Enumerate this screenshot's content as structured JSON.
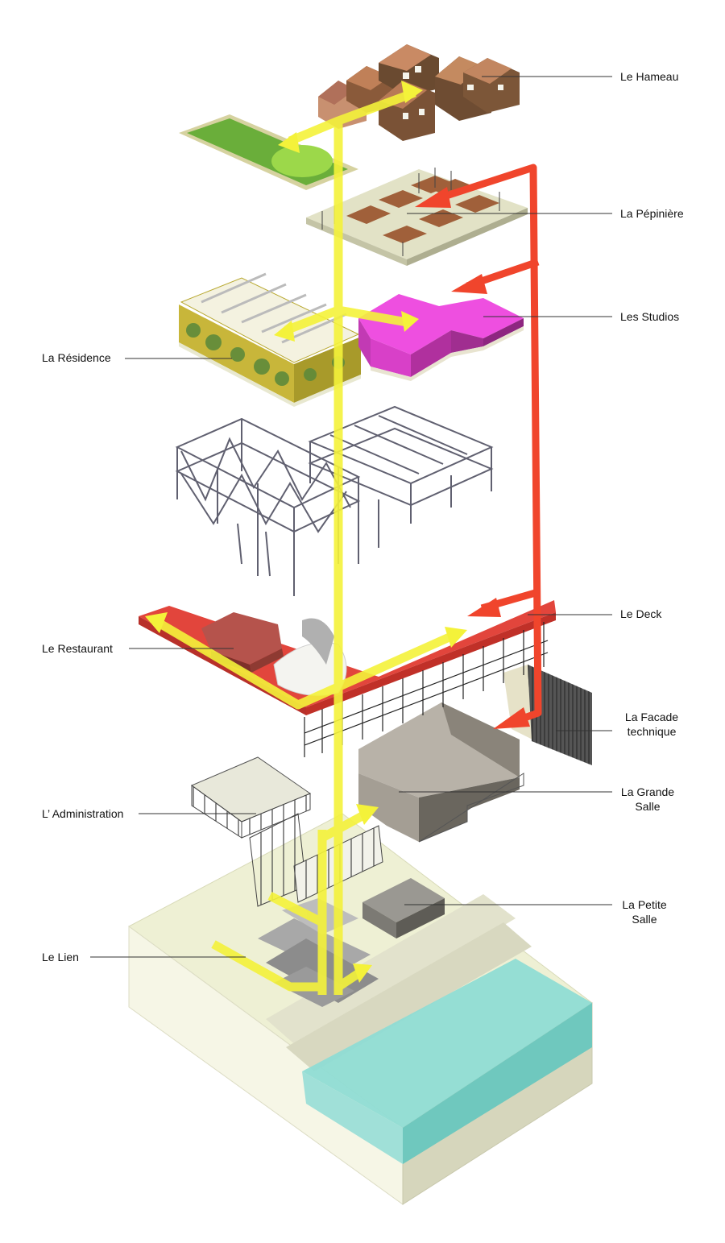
{
  "labels": {
    "hameau": "Le Hameau",
    "pepiniere": "La Pépinière",
    "studios": "Les Studios",
    "residence": "La Résidence",
    "deck": "Le Deck",
    "restaurant": "Le Restaurant",
    "facade_line1": "La  Facade",
    "facade_line2": "technique",
    "grande_line1": "La Grande",
    "grande_line2": "Salle",
    "administration": "L’ Administration",
    "petite_line1": "La Petite",
    "petite_line2": "Salle",
    "lien": "Le Lien"
  },
  "colors": {
    "circulation_public": "#f4f23a",
    "circulation_service": "#f0402a",
    "studios": "#e63ad8",
    "deck": "#e2433a",
    "water": "#7fd3cc",
    "ground": "#eef0d0"
  }
}
